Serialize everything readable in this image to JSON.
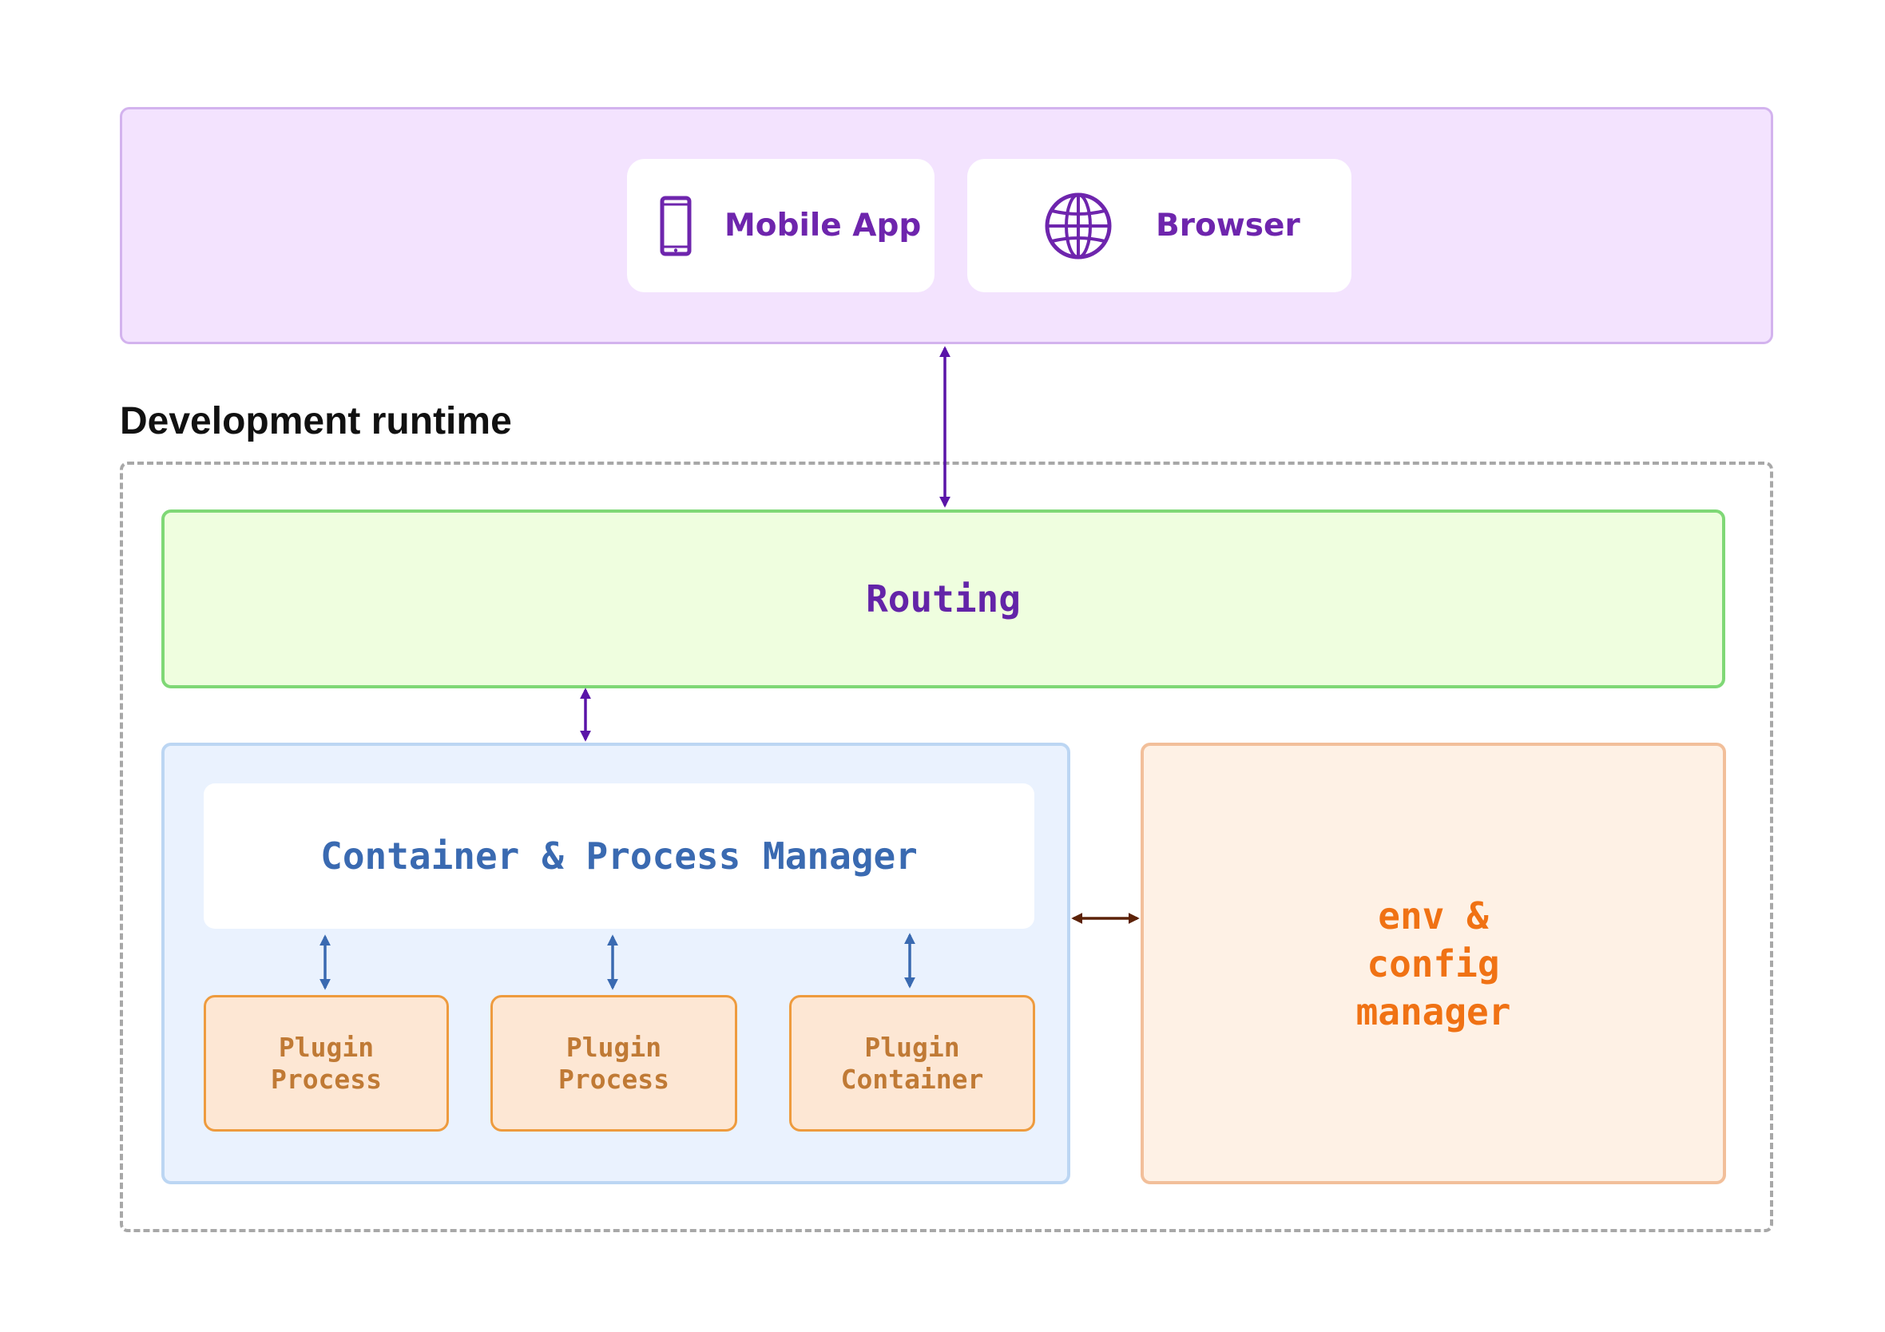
{
  "clients": {
    "mobile": {
      "label": "Mobile App",
      "icon": "mobile-phone-icon"
    },
    "browser": {
      "label": "Browser",
      "icon": "globe-icon"
    }
  },
  "runtime": {
    "title": "Development runtime",
    "routing": {
      "label": "Routing"
    },
    "manager": {
      "label": "Container & Process Manager",
      "plugins": [
        {
          "label": "Plugin\nProcess"
        },
        {
          "label": "Plugin\nProcess"
        },
        {
          "label": "Plugin\nContainer"
        }
      ]
    },
    "env": {
      "label": "env &\nconfig\nmanager"
    }
  },
  "colors": {
    "client_zone": "#f3e3fe",
    "client_text": "#6e25ad",
    "routing_fill": "#effedf",
    "routing_text": "#6324a8",
    "manager_fill": "#eaf2fe",
    "manager_text": "#3a6ab1",
    "plugin_fill": "#fde7d4",
    "plugin_text": "#c07a35",
    "env_fill": "#fef1e5",
    "env_text": "#f07214",
    "arrow_purple": "#5a14a8",
    "arrow_blue": "#3a6ab1",
    "arrow_brown": "#5c2208"
  }
}
